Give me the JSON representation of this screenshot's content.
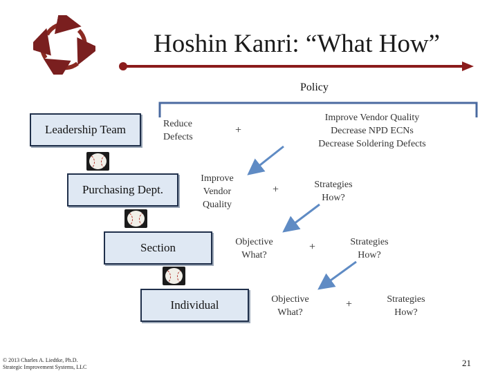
{
  "title": "Hoshin Kanri: “What How”",
  "policy_label": "Policy",
  "levels": {
    "leadership": "Leadership Team",
    "purchasing": "Purchasing Dept.",
    "section": "Section",
    "individual": "Individual"
  },
  "row1": {
    "left_lines": [
      "Reduce",
      "Defects"
    ],
    "plus": "+",
    "right_lines": [
      "Improve Vendor Quality",
      "Decrease NPD ECNs",
      "Decrease Soldering Defects"
    ]
  },
  "row2": {
    "left_lines": [
      "Improve",
      "Vendor",
      "Quality"
    ],
    "plus": "+",
    "right_lines": [
      "Strategies",
      "How?"
    ]
  },
  "row3": {
    "left_lines": [
      "Objective",
      "What?"
    ],
    "plus": "+",
    "right_lines": [
      "Strategies",
      "How?"
    ]
  },
  "row4": {
    "left_lines": [
      "Objective",
      "What?"
    ],
    "plus": "+",
    "right_lines": [
      "Strategies",
      "How?"
    ]
  },
  "footer": {
    "line1": "© 2013 Charles A. Liedtke, Ph.D.",
    "line2": "Strategic Improvement Systems, LLC"
  },
  "page_number": "21",
  "colors": {
    "title_rule": "#8b1c1c",
    "policy_bracket": "#4a6aa0",
    "arrow": "#5f8bc4",
    "box_fill": "#dfe8f3",
    "box_border": "#1f2f4a"
  },
  "icons": [
    "cycle-arrows-icon",
    "baseball-icon"
  ]
}
